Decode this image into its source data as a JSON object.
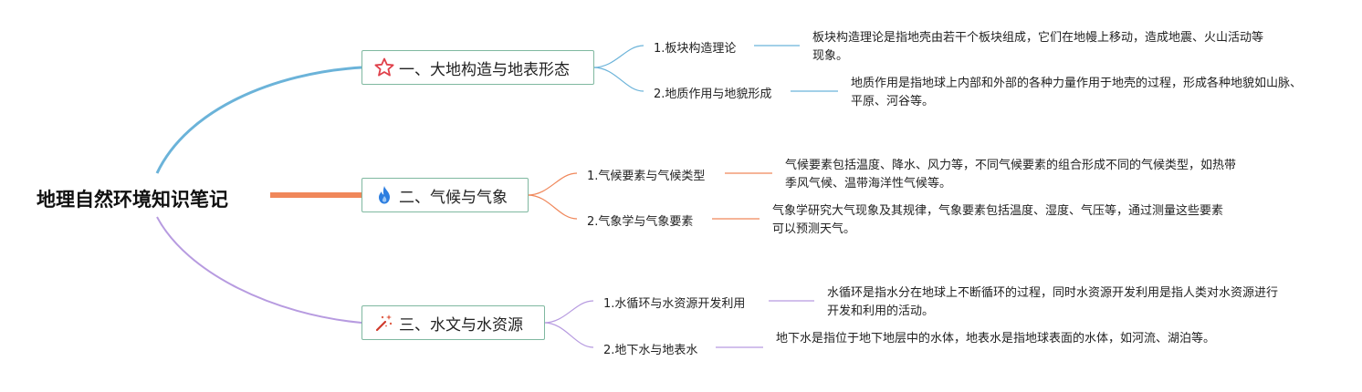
{
  "root": {
    "title": "地理自然环境知识笔记"
  },
  "branches": [
    {
      "label": "一、大地构造与地表形态",
      "icon": "star-icon",
      "color": "#6bb3d9",
      "items": [
        {
          "label": "1.板块构造理论",
          "desc": "板块构造理论是指地壳由若干个板块组成，它们在地幔上移动，造成地震、火山活动等现象。"
        },
        {
          "label": "2.地质作用与地貌形成",
          "desc": "地质作用是指地球上内部和外部的各种力量作用于地壳的过程，形成各种地貌如山脉、平原、河谷等。"
        }
      ]
    },
    {
      "label": "二、气候与气象",
      "icon": "flame-icon",
      "color": "#f0875a",
      "items": [
        {
          "label": "1.气候要素与气候类型",
          "desc": "气候要素包括温度、降水、风力等，不同气候要素的组合形成不同的气候类型，如热带季风气候、温带海洋性气候等。"
        },
        {
          "label": "2.气象学与气象要素",
          "desc": "气象学研究大气现象及其规律，气象要素包括温度、湿度、气压等，通过测量这些要素可以预测天气。"
        }
      ]
    },
    {
      "label": "三、水文与水资源",
      "icon": "magic-wand-icon",
      "color": "#b79be0",
      "items": [
        {
          "label": "1.水循环与水资源开发利用",
          "desc": "水循环是指水分在地球上不断循环的过程，同时水资源开发利用是指人类对水资源进行开发和利用的活动。"
        },
        {
          "label": "2.地下水与地表水",
          "desc": "地下水是指位于地下地层中的水体，地表水是指地球表面的水体，如河流、湖泊等。"
        }
      ]
    }
  ]
}
